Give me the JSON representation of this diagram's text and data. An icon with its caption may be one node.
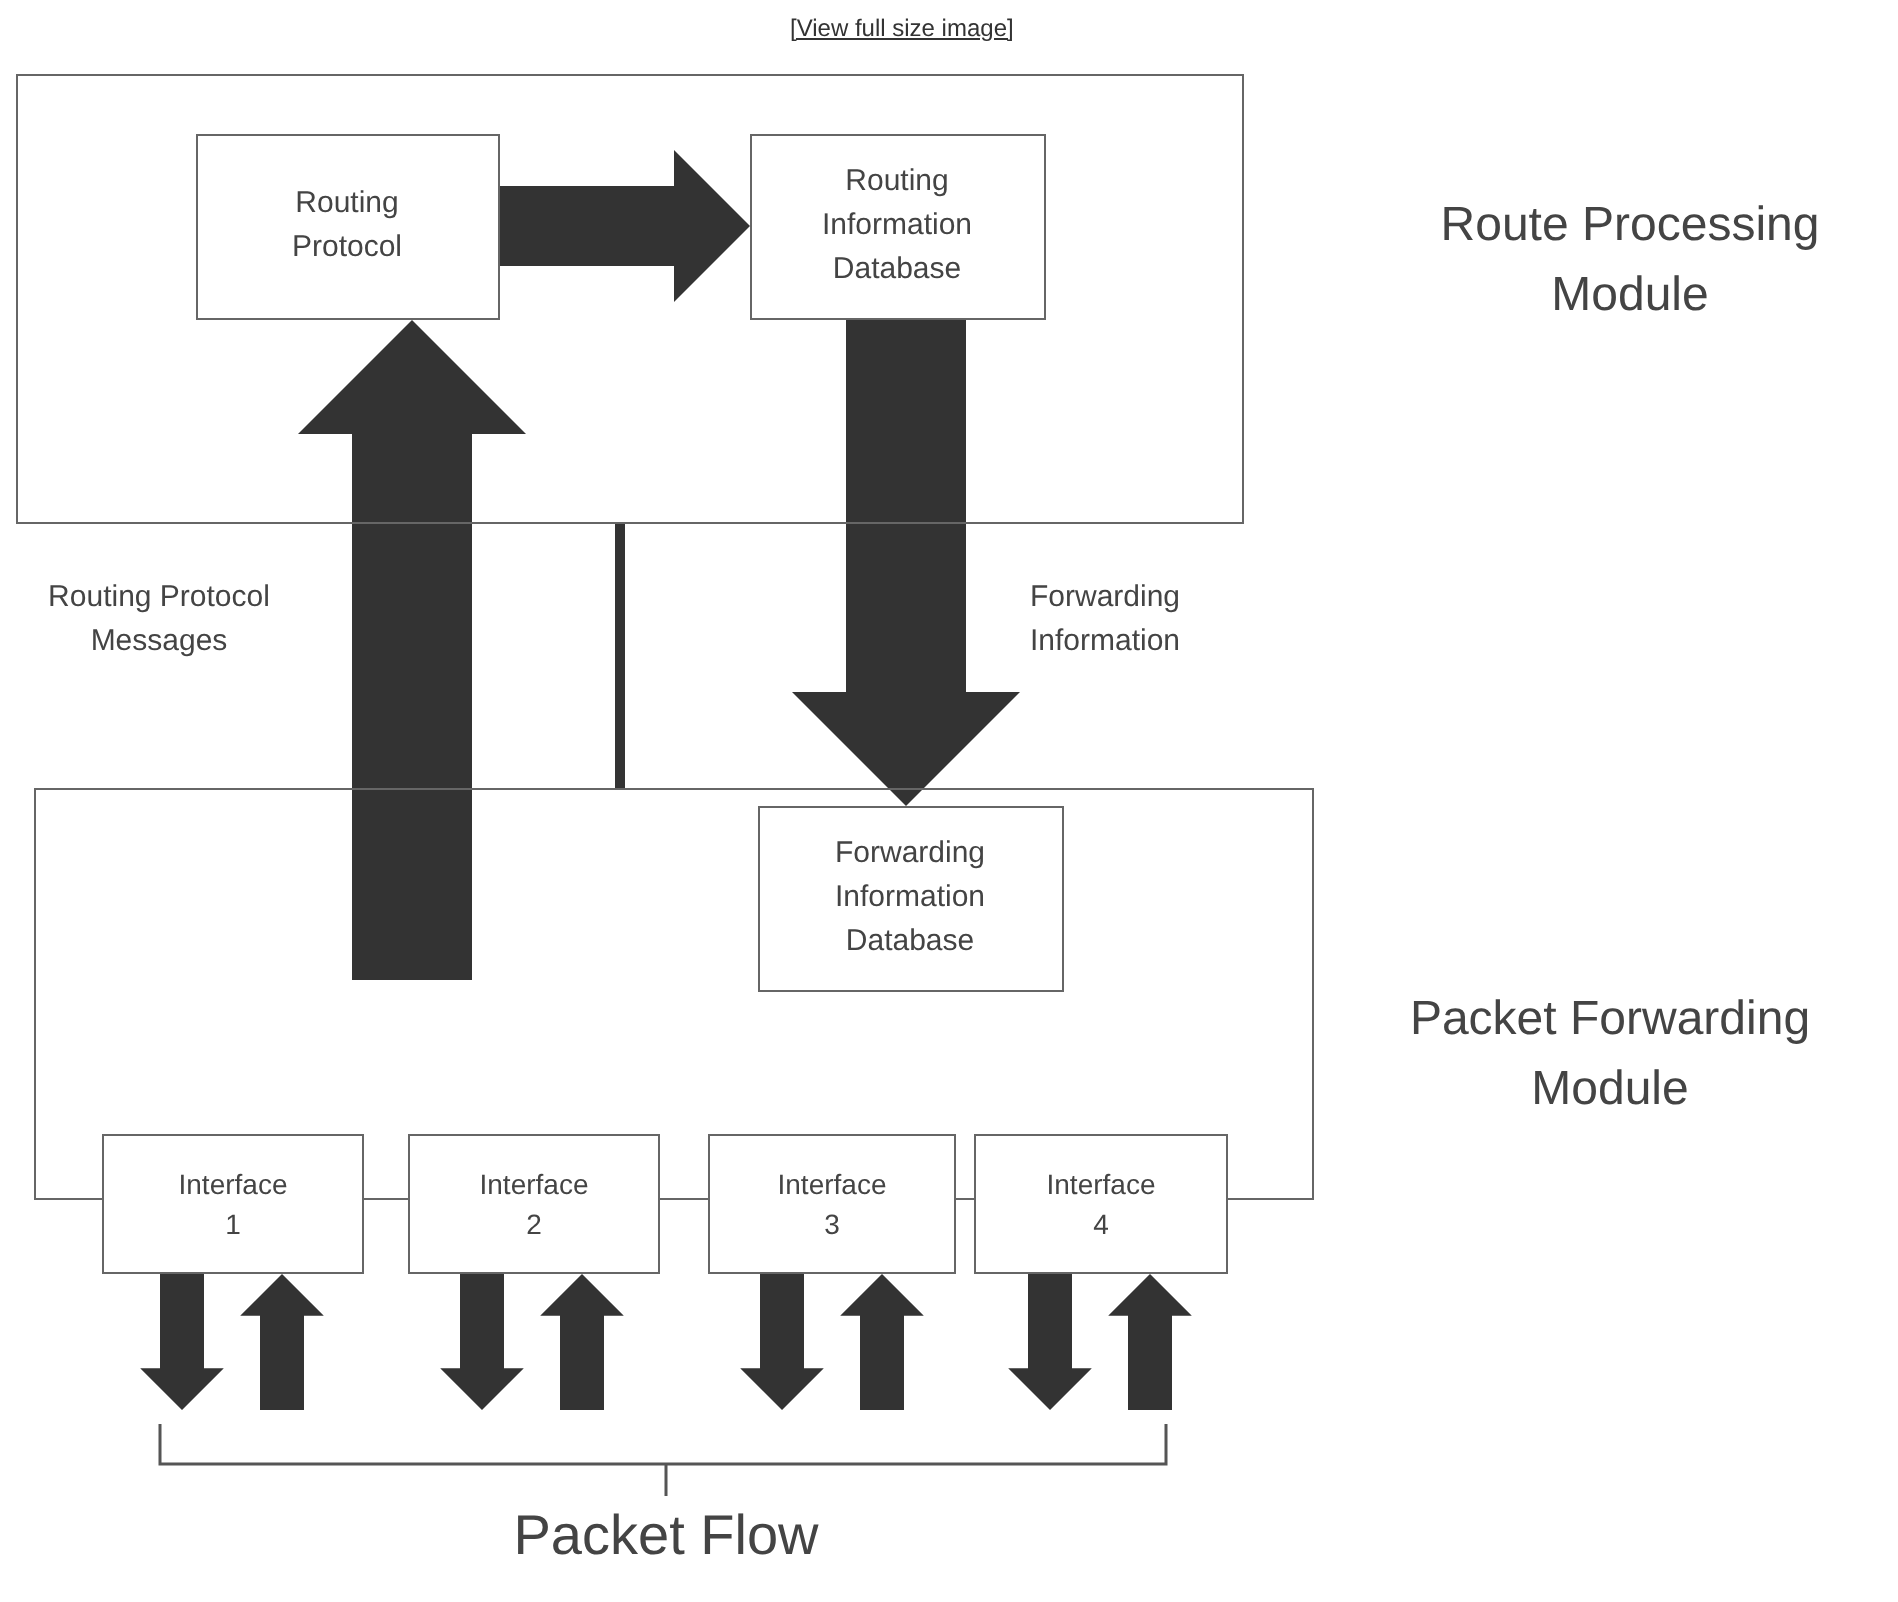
{
  "diagram": {
    "nodes": [
      {
        "text": [
          "Route Processing Module"
        ]
      },
      {
        "text": [
          "Routing Protocol"
        ],
        "in": 0
      },
      {
        "text": [
          "Routing Information Database"
        ],
        "in": 0
      },
      {
        "text": [
          "Packet Forwarding Module"
        ]
      },
      {
        "text": [
          "Forwarding Information Database"
        ],
        "in": 3
      },
      {
        "text": [
          "Interface 1"
        ]
      },
      {
        "text": [
          "Interface 2"
        ]
      },
      {
        "text": [
          "Interface 3"
        ]
      },
      {
        "text": [
          "Interface 4"
        ]
      }
    ],
    "edges": [
      {
        "from": 1,
        "to": 2,
        "arrow": "to",
        "style": "thick"
      },
      {
        "from": 2,
        "to": 4,
        "arrow": "to",
        "style": "thick",
        "label": "Forwarding Information"
      },
      {
        "from": null,
        "to": 1,
        "arrow": "to",
        "style": "thick",
        "label": "Routing Protocol Messages"
      },
      {
        "from": 0,
        "to": 3,
        "arrow": "none"
      },
      {
        "from": 5,
        "to": null,
        "arrow": "to",
        "style": "thick"
      },
      {
        "from": null,
        "to": 5,
        "arrow": "to",
        "style": "thick"
      },
      {
        "from": 6,
        "to": null,
        "arrow": "to",
        "style": "thick"
      },
      {
        "from": null,
        "to": 6,
        "arrow": "to",
        "style": "thick"
      },
      {
        "from": 7,
        "to": null,
        "arrow": "to",
        "style": "thick"
      },
      {
        "from": null,
        "to": 7,
        "arrow": "to",
        "style": "thick"
      },
      {
        "from": 8,
        "to": null,
        "arrow": "to",
        "style": "thick"
      },
      {
        "from": null,
        "to": 8,
        "arrow": "to",
        "style": "thick"
      }
    ],
    "labels": [
      "[View full size image]",
      "Packet Flow"
    ]
  }
}
